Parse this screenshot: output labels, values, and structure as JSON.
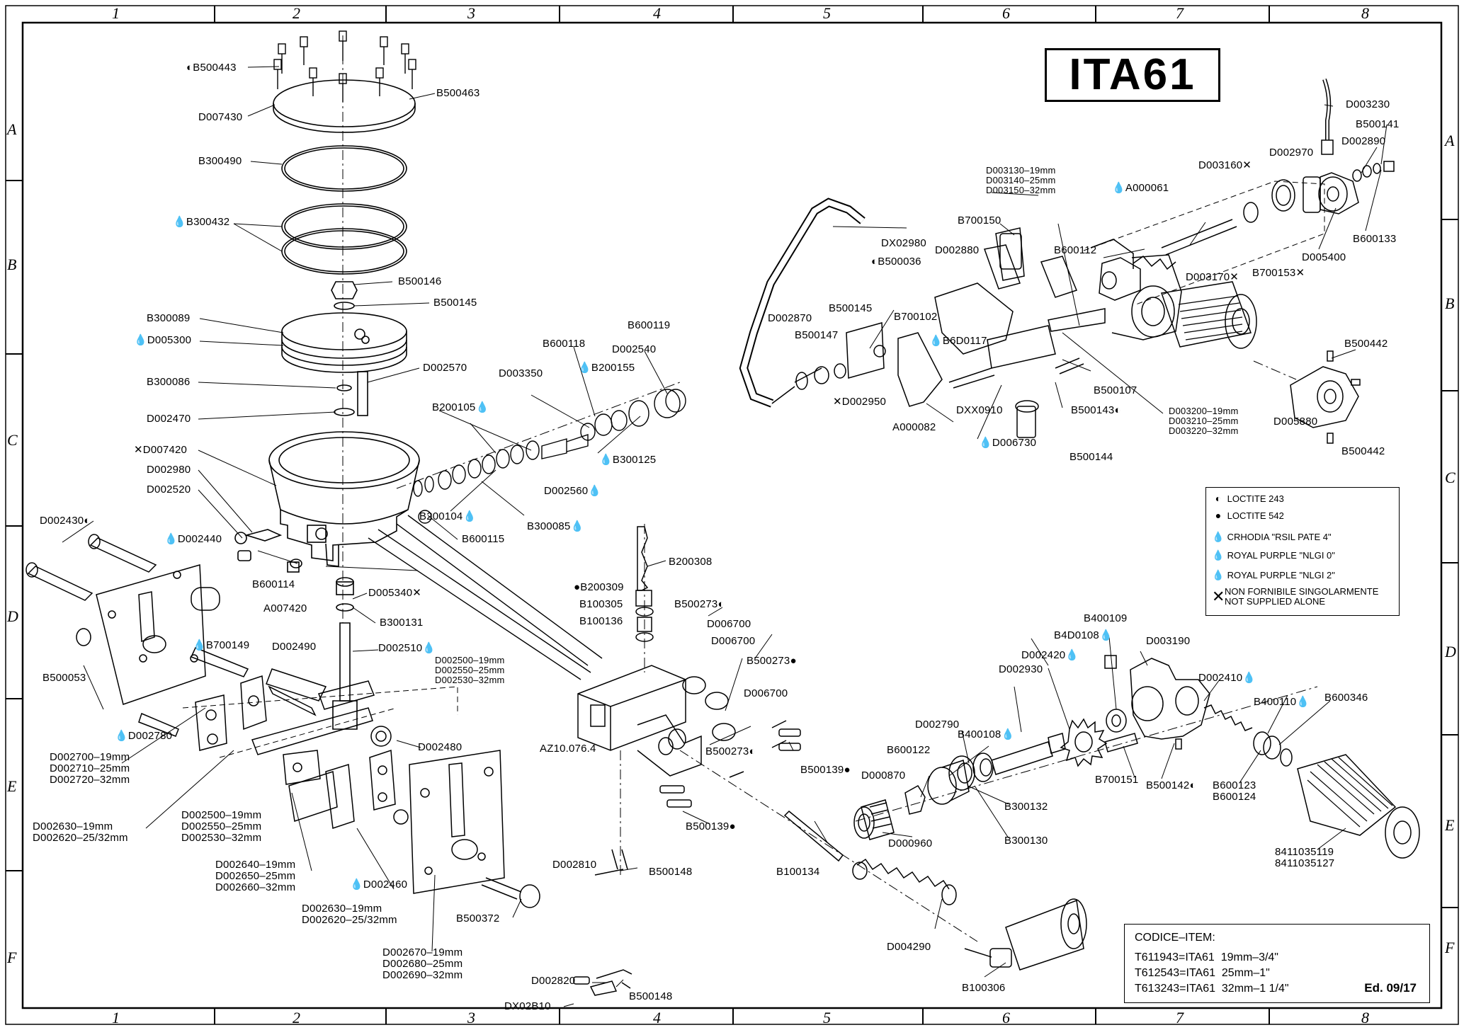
{
  "title": "ITA61",
  "grid": {
    "columns": [
      "1",
      "2",
      "3",
      "4",
      "5",
      "6",
      "7",
      "8"
    ],
    "rows": [
      "A",
      "B",
      "C",
      "D",
      "E",
      "F"
    ]
  },
  "labels": {
    "B500443": "B500443",
    "B500463": "B500463",
    "D007430": "D007430",
    "B300490": "B300490",
    "B300432": "B300432",
    "B500146": "B500146",
    "B500145": "B500145",
    "B300089": "B300089",
    "D005300": "D005300",
    "B300086": "B300086",
    "D002570": "D002570",
    "D002470": "D002470",
    "D007420": "D007420",
    "D002980": "D002980",
    "D002520": "D002520",
    "D002430": "D002430",
    "D002440": "D002440",
    "B600114": "B600114",
    "A007420": "A007420",
    "D005340": "D005340",
    "B300131": "B300131",
    "B500053": "B500053",
    "B700149": "B700149",
    "D002490": "D002490",
    "D002510": "D002510",
    "D002500_set": "D002500–19mm\nD002550–25mm\nD002530–32mm",
    "D002780": "D002780",
    "D002480": "D002480",
    "D002700_set": "D002700–19mm\nD002710–25mm\nD002720–32mm",
    "D002630_set_left": "D002630–19mm\nD002620–25/32mm",
    "D002500_set_2": "D002500–19mm\nD002550–25mm\nD002530–32mm",
    "D002640_set": "D002640–19mm\nD002650–25mm\nD002660–32mm",
    "D002460": "D002460",
    "D002630_set_mid": "D002630–19mm\nD002620–25/32mm",
    "D002670_set": "D002670–19mm\nD002680–25mm\nD002690–32mm",
    "B500372": "B500372",
    "B600118": "B600118",
    "B600119": "B600119",
    "D003350": "D003350",
    "B200155": "B200155",
    "D002540": "D002540",
    "B200105": "B200105",
    "B300125": "B300125",
    "D002560": "D002560",
    "B200104": "B200104",
    "B300085": "B300085",
    "B600115": "B600115",
    "B200308": "B200308",
    "B200309": "B200309",
    "B100305": "B100305",
    "B100136": "B100136",
    "B500273_a": "B500273",
    "D006700_a": "D006700",
    "D006700_b": "D006700",
    "B500273_b": "B500273",
    "D006700_c": "D006700",
    "AZ10076": "AZ10.076.4",
    "B500273_c": "B500273",
    "B500139_a": "B500139",
    "B500139_b": "B500139",
    "D002810": "D002810",
    "B500148_a": "B500148",
    "B100134": "B100134",
    "D002820": "D002820",
    "D002B10": "DX02B10",
    "B500148_b": "B500148",
    "D004290": "D004290",
    "B100306": "B100306",
    "D003130_set": "D003130–19mm\nD003140–25mm\nD003150–32mm",
    "B700150": "B700150",
    "D002980_r": "DX02980",
    "B500036": "B500036",
    "D002880": "D002880",
    "D002870": "D002870",
    "B500145_r": "B500145",
    "B500147": "B500147",
    "B700102": "B700102",
    "B600117": "B6D0117",
    "D002950": "D002950",
    "A000082": "A000082",
    "D000910": "DXX0910",
    "D006730": "D006730",
    "B500144": "B500144",
    "B500143": "B500143",
    "B500107": "B500107",
    "D003200_set": "D003200–19mm\nD003210–25mm\nD003220–32mm",
    "A000061": "A000061",
    "D003160": "D003160",
    "D002970": "D002970",
    "D003230": "D003230",
    "B500141": "B500141",
    "D002890": "D002890",
    "B600112": "B600112",
    "D003170": "D003170",
    "B700153": "B700153",
    "B600133": "B600133",
    "D005400": "D005400",
    "B500442_a": "B500442",
    "D005880": "D005880",
    "B500442_b": "B500442",
    "B400109": "B400109",
    "D003190": "D003190",
    "B400108_a": "B4D0108",
    "D002420": "D002420",
    "D002410": "D002410",
    "D002930": "D002930",
    "B400110": "B400110",
    "B600346": "B600346",
    "D002790": "D002790",
    "B400108_b": "B400108",
    "B600122": "B600122",
    "D000870": "D000870",
    "B700151": "B700151",
    "B500142": "B500142",
    "B600123_set": "B600123\nB600124",
    "B300132": "B300132",
    "B300130": "B300130",
    "D000960": "D000960",
    "part_8411": "8411035119\n8411035127"
  },
  "legend": {
    "items": [
      {
        "symbol": "◐",
        "text": "LOCTITE 243"
      },
      {
        "symbol": "●",
        "text": "LOCTITE 542"
      },
      {
        "symbol": "💧",
        "text": "CRHODIA \"RSIL PATE 4\""
      },
      {
        "symbol": "💧",
        "text": "ROYAL PURPLE \"NLGI 0\""
      },
      {
        "symbol": "💧",
        "text": "ROYAL PURPLE \"NLGI 2\""
      },
      {
        "symbol": "✕",
        "text": "NON FORNIBILE SINGOLARMENTE\nNOT SUPPLIED ALONE"
      }
    ]
  },
  "codes": {
    "header": "CODICE–ITEM:",
    "rows": [
      "T611943=ITA61  19mm–3/4\"",
      "T612543=ITA61  25mm–1\"",
      "T613243=ITA61  32mm–1 1/4\""
    ],
    "edition": "Ed. 09/17"
  }
}
